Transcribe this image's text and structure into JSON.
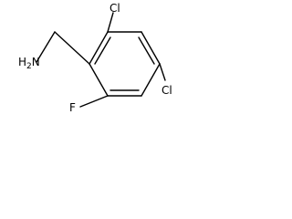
{
  "molecule": {
    "labels": {
      "amine": "H2N",
      "amine_prefix": "H",
      "amine_subscript": "2",
      "amine_suffix": "N",
      "chloro_top": "Cl",
      "chloro_right": "Cl",
      "fluoro": "F"
    }
  },
  "colors": {
    "bond": "#000000",
    "label": "#000000",
    "background": "#ffffff"
  }
}
